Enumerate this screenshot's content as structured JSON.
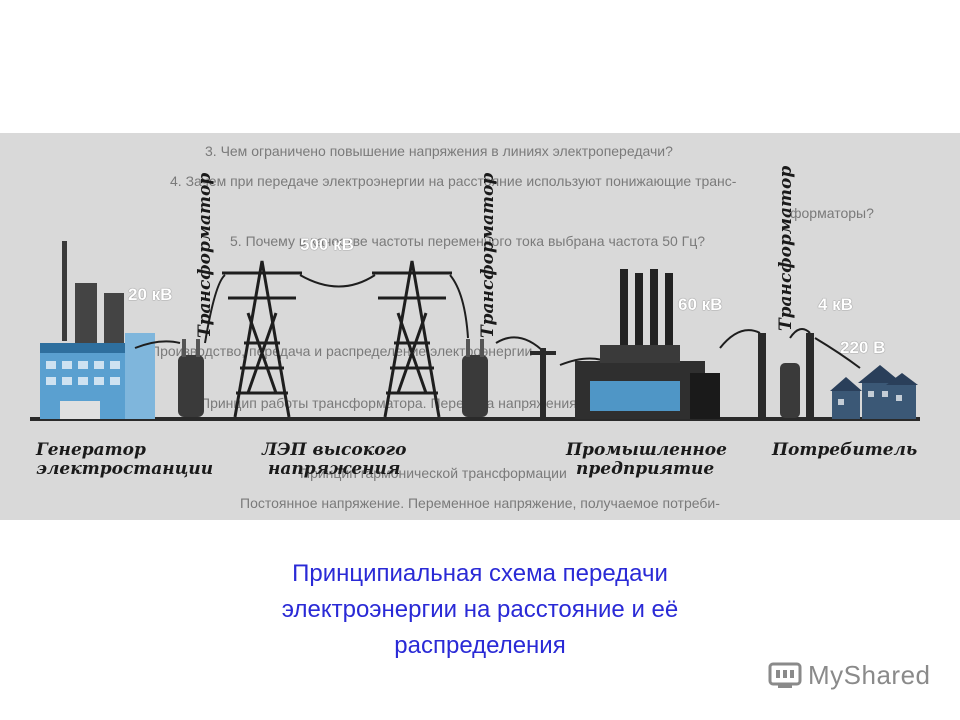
{
  "background_text": [
    "3. Чем ограничено повышение напряжения в линиях электропередачи?",
    "4. Зачем при передаче электроэнергии на расстояние используют понижающие транс-",
    "форматоры?",
    "5. Почему в качестве частоты переменного тока выбрана частота 50 Гц?",
    "Производство, передача и распределение электроэнергии",
    "Принцип работы трансформатора. Передача напряжения",
    "Принцип гармонической трансформации",
    "Постоянное напряжение. Переменное напряжение, получаемое потреби-"
  ],
  "voltages": {
    "generator": "20 кВ",
    "line": "500 кВ",
    "industry": "60 кВ",
    "distribution": "4 кВ",
    "consumer": "220 В"
  },
  "transformer_label": "Трансформатор",
  "labels": {
    "generator": [
      "Генератор",
      "электростанции"
    ],
    "line": [
      "ЛЭП высокого",
      "напряжения"
    ],
    "industry": [
      "Промышленное",
      "предприятие"
    ],
    "consumer": "Потребитель"
  },
  "caption": [
    "Принципиальная схема передачи",
    "электроэнергии на расстояние и её",
    "распределения"
  ],
  "logo": {
    "text": "MyShared",
    "icon": "myshared-logo-icon"
  }
}
